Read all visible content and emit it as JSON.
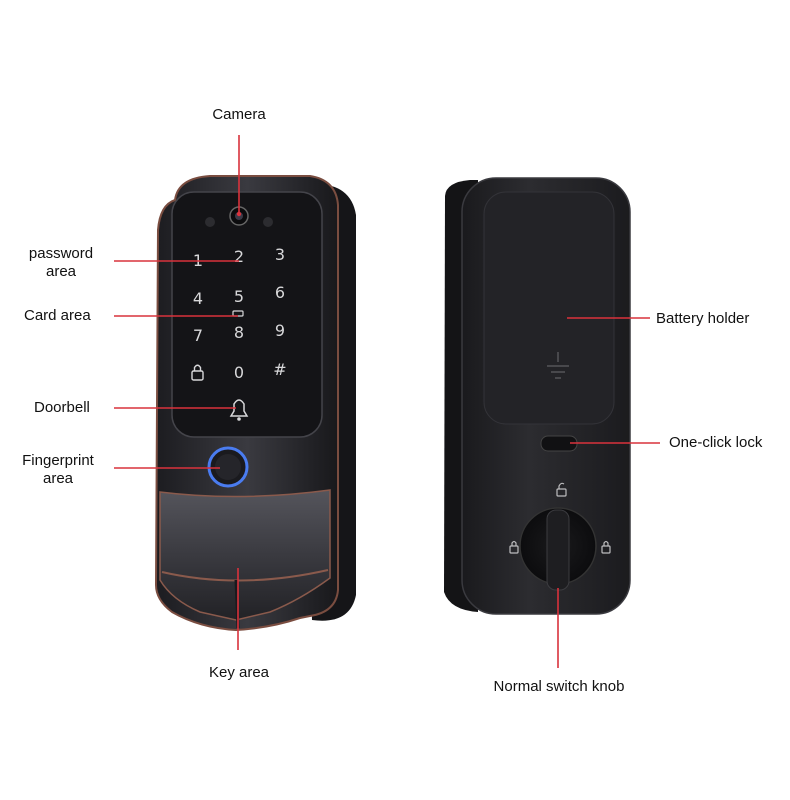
{
  "labels": {
    "camera": "Camera",
    "password_line1": "password",
    "password_line2": "area",
    "card": "Card area",
    "doorbell": "Doorbell",
    "fingerprint_line1": "Fingerprint",
    "fingerprint_line2": "area",
    "key": "Key area",
    "battery": "Battery holder",
    "one_click": "One-click lock",
    "knob": "Normal switch knob"
  },
  "keypad": {
    "k1": "1",
    "k2": "2",
    "k3": "3",
    "k4": "4",
    "k5": "5",
    "k6": "6",
    "k7": "7",
    "k8": "8",
    "k9": "9",
    "k0": "0",
    "khash": "#"
  },
  "colors": {
    "callout_line": "#d9323c",
    "label_text": "#111111",
    "lock_body": "#2a2a2e",
    "copper_trim": "#8a5a4c",
    "keypad_glow": "#d8d8da",
    "fingerprint_ring": "#4a7cf0"
  },
  "icons": {
    "camera": "camera-lens-icon",
    "doorbell": "bell-icon",
    "lock": "padlock-icon",
    "unlock": "unlocked-padlock-icon",
    "fingerprint": "fingerprint-sensor-icon"
  }
}
